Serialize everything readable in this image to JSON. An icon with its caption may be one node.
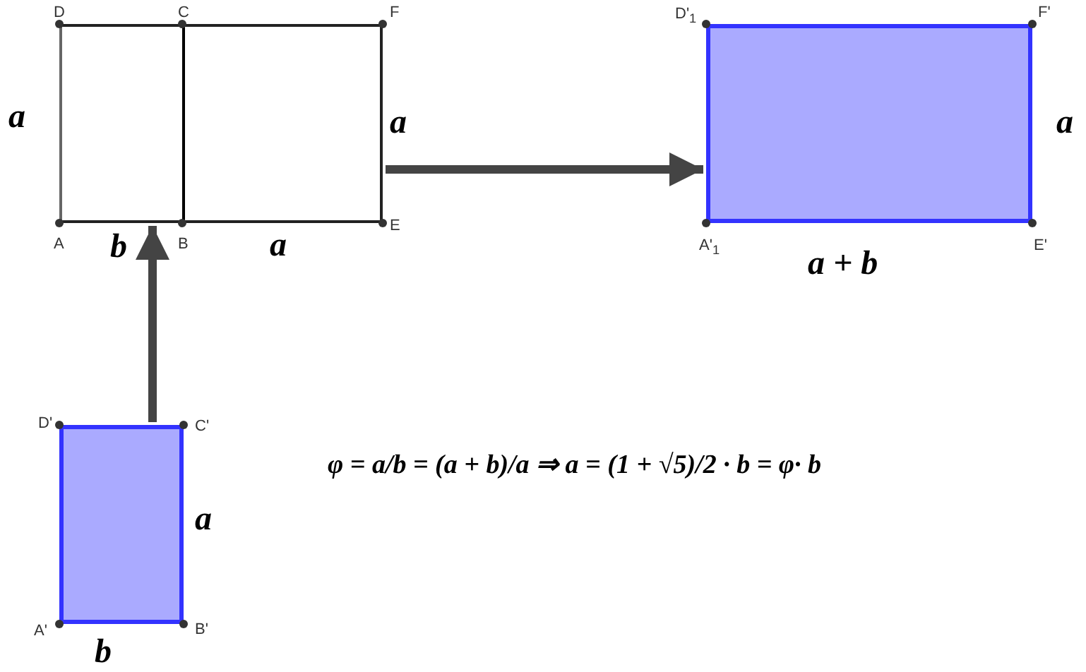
{
  "diagram": {
    "nodes": [
      {
        "text": [],
        "shape": "box"
      },
      {
        "text": [],
        "shape": "box"
      },
      {
        "text": [],
        "shape": "box"
      }
    ],
    "edges": [
      {
        "from": 2,
        "to": 0,
        "arrow": "to"
      },
      {
        "from": 0,
        "to": 1,
        "arrow": "to"
      }
    ],
    "labels": [
      "D",
      "C",
      "F",
      "D'$_{1}$",
      "F'",
      "a",
      "a",
      "a",
      "A",
      "b",
      "B",
      "a",
      "E",
      "A'$_{1}$",
      "E'",
      "a + b",
      "D'",
      "C'",
      "φ = a/b = (a + b)/a ⇒ a = (1 + √5)/2 · b = φ· b",
      "a",
      "A'",
      "B'",
      "b"
    ]
  }
}
